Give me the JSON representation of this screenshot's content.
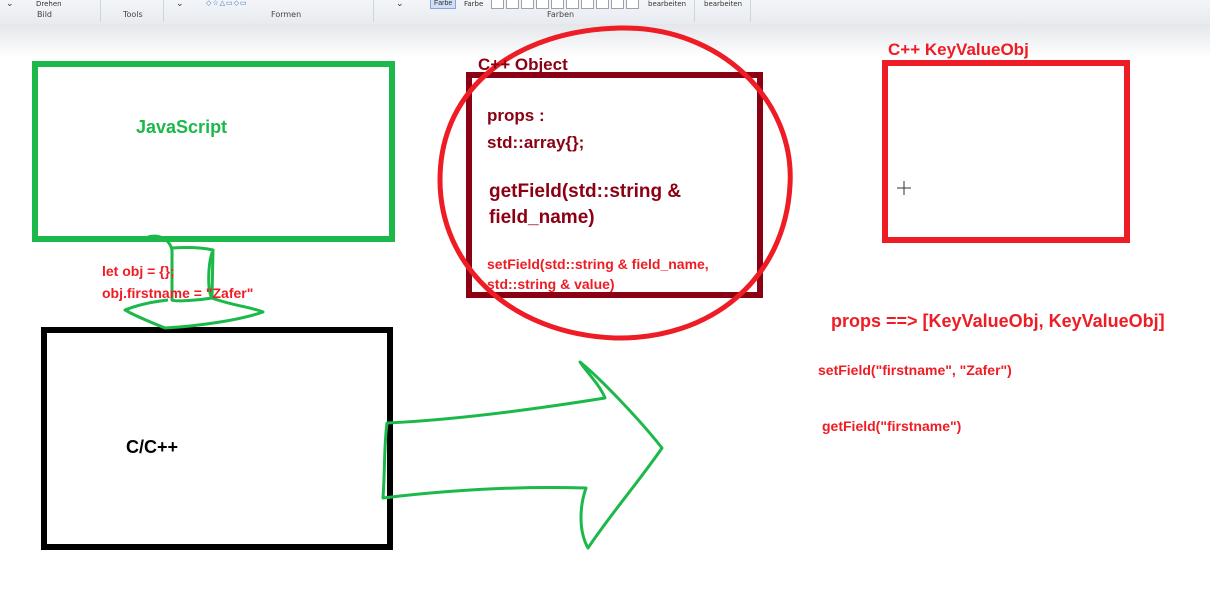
{
  "ribbon": {
    "bild_label": "Bild",
    "tools_label": "Tools",
    "formen_label": "Formen",
    "farben_label": "Farben",
    "drehen_label": "Drehen",
    "farbe1_label": "Farbe",
    "farbe2_label": "Farbe",
    "bearbeiten1_label": "bearbeiten",
    "bearbeiten2_label": "bearbeiten"
  },
  "canvas": {
    "javascript_label": "JavaScript",
    "js_code_line1": "let obj = {};",
    "js_code_line2": "obj.firstname = \"Zafer\"",
    "cpp_label": "C/C++",
    "cpp_object_title": "C++ Object",
    "props_line1": "props :",
    "props_line2": "std::array{};",
    "getfield_line1": "getField(std::string &",
    "getfield_line2": "field_name)",
    "setfield_line1": "setField(std::string & field_name,",
    "setfield_line2": "std::string & value)",
    "keyvalue_title": "C++ KeyValueObj",
    "props_assignment": "props ==> [KeyValueObj, KeyValueObj]",
    "setfield_call": "setField(\"firstname\", \"Zafer\")",
    "getfield_call": "getField(\"firstname\")"
  },
  "colors": {
    "green": "#1cb94a",
    "red": "#ee1c24",
    "dark_red": "#8b0012",
    "black": "#000000"
  }
}
